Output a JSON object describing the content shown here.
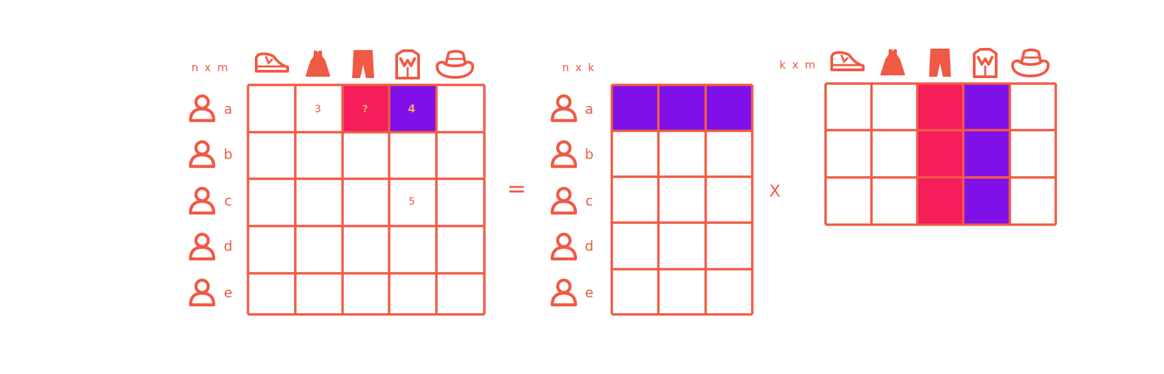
{
  "colors": {
    "line": "#F05A44",
    "pink": "#F51D5A",
    "purple": "#7F10E8",
    "background": "#FFFFFF"
  },
  "labels": {
    "nxm": "n x m",
    "nxk": "n x k",
    "kxm": "k x m",
    "equals": "=",
    "times": "X"
  },
  "users": [
    "a",
    "b",
    "c",
    "d",
    "e"
  ],
  "items": [
    {
      "name": "sneaker-icon"
    },
    {
      "name": "dress-icon"
    },
    {
      "name": "trousers-icon"
    },
    {
      "name": "shirt-icon"
    },
    {
      "name": "hat-icon"
    }
  ],
  "ratings": {
    "r_a_1": "3",
    "r_a_2": "?",
    "r_a_3": "4",
    "r_c_3": "5"
  },
  "highlights": {
    "rating_matrix": {
      "row": 0,
      "pink_col": 2,
      "purple_col": 3
    },
    "user_factor_matrix": {
      "row": 0
    },
    "item_factor_matrix": {
      "pink_col": 2,
      "purple_col": 3
    }
  }
}
